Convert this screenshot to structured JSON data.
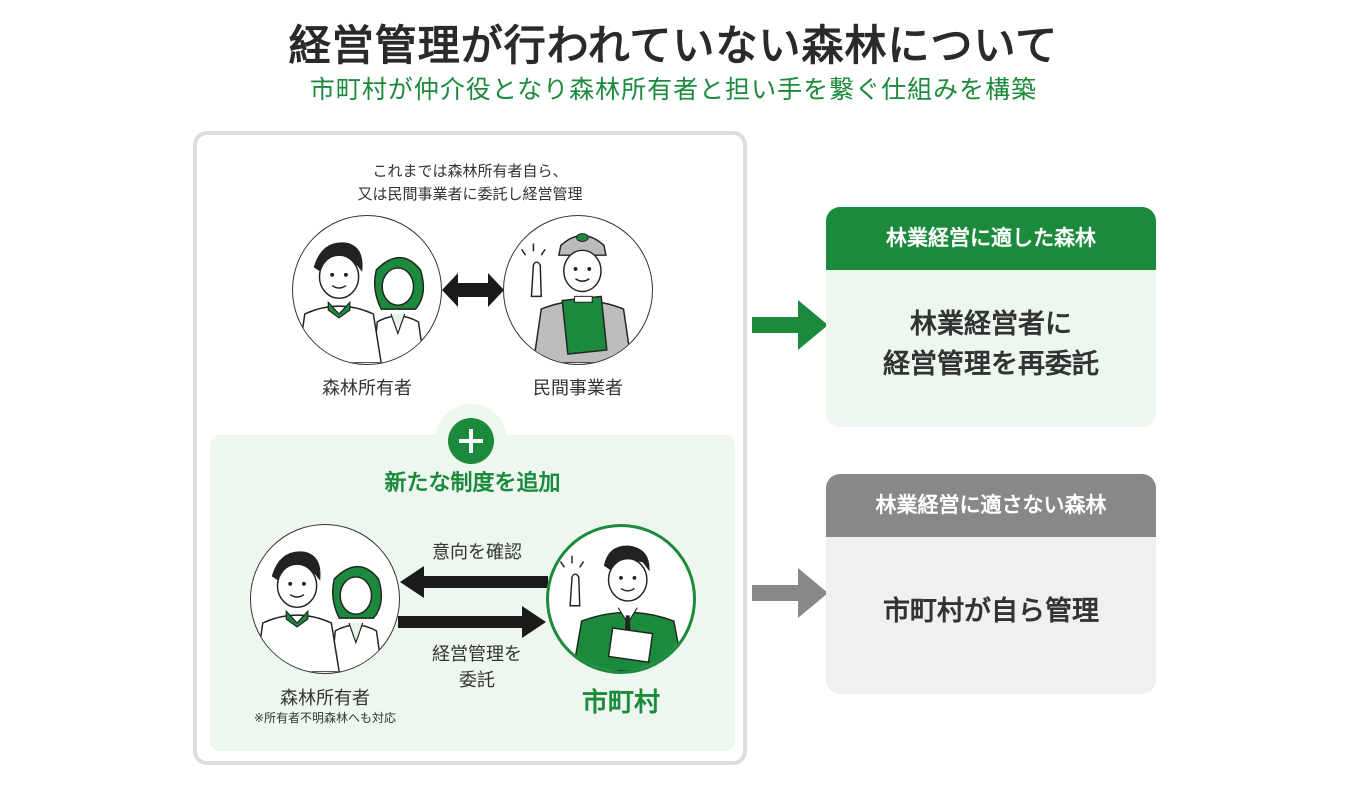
{
  "title": "経営管理が行われていない森林について",
  "subtitle": "市町村が仲介役となり森林所有者と担い手を繋ぐ仕組みを構築",
  "left_panel": {
    "intro_line1": "これまでは森林所有者自ら、",
    "intro_line2": "又は民間事業者に委託し経営管理",
    "owners_label": "森林所有者",
    "private_label": "民間事業者",
    "new_system": {
      "label": "新たな制度を追加",
      "owners_label": "森林所有者",
      "owners_note": "※所有者不明森林へも対応",
      "confirm_label": "意向を確認",
      "entrust_line1": "経営管理を",
      "entrust_line2": "委託",
      "municipality_label": "市町村"
    }
  },
  "card_suitable": {
    "header": "林業経営に適した森林",
    "body_line1": "林業経営者に",
    "body_line2": "経営管理を再委託"
  },
  "card_unsuitable": {
    "header": "林業経営に適さない森林",
    "body": "市町村が自ら管理"
  },
  "colors": {
    "green": "#1b8a3c",
    "light_green": "#edf7ef",
    "gray": "#888888",
    "light_gray": "#f0f0f0"
  }
}
